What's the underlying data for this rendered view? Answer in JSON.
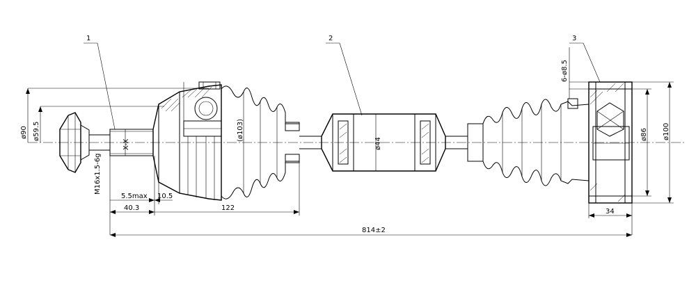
{
  "callouts": [
    {
      "label": "1"
    },
    {
      "label": "2"
    },
    {
      "label": "3"
    }
  ],
  "dimensions": {
    "d90": "ø90",
    "d59_5": "ø59.5",
    "thread": "M16x1.5-6g",
    "xx": "X-X",
    "d103": "(ø103)",
    "d44": "ø44",
    "holes": "6-ø8.5",
    "d86": "ø86",
    "d100": "ø100",
    "w5_5max": "5.5max",
    "w10_5": "10.5",
    "w40_3": "40.3",
    "w122": "122",
    "w34": "34",
    "total": "814±2"
  }
}
